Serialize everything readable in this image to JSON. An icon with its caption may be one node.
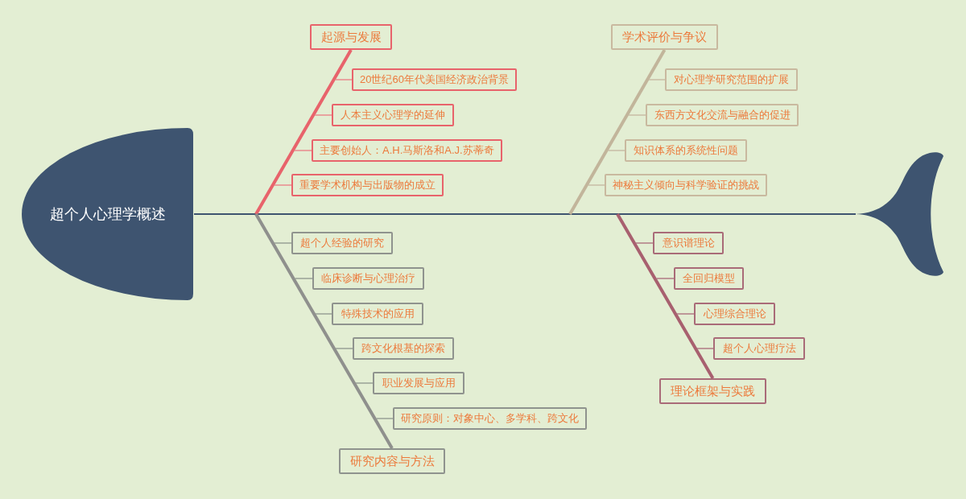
{
  "diagram": {
    "nodes": [
      {
        "text": [
          "超个人心理学概述"
        ]
      },
      {
        "text": [
          "起源与发展"
        ]
      },
      {
        "text": [
          "20世纪60年代美国经济政治背景"
        ]
      },
      {
        "text": [
          "人本主义心理学的延伸"
        ]
      },
      {
        "text": [
          "主要创始人：A.H.马斯洛和A.J.苏蒂奇"
        ]
      },
      {
        "text": [
          "重要学术机构与出版物的成立"
        ]
      },
      {
        "text": [
          "学术评价与争议"
        ]
      },
      {
        "text": [
          "对心理学研究范围的扩展"
        ]
      },
      {
        "text": [
          "东西方文化交流与融合的促进"
        ]
      },
      {
        "text": [
          "知识体系的系统性问题"
        ]
      },
      {
        "text": [
          "神秘主义倾向与科学验证的挑战"
        ]
      },
      {
        "text": [
          "研究内容与方法"
        ]
      },
      {
        "text": [
          "超个人经验的研究"
        ]
      },
      {
        "text": [
          "临床诊断与心理治疗"
        ]
      },
      {
        "text": [
          "特殊技术的应用"
        ]
      },
      {
        "text": [
          "跨文化根基的探索"
        ]
      },
      {
        "text": [
          "职业发展与应用"
        ]
      },
      {
        "text": [
          "研究原则：对象中心、多学科、跨文化"
        ]
      },
      {
        "text": [
          "理论框架与实践"
        ]
      },
      {
        "text": [
          "意识谱理论"
        ]
      },
      {
        "text": [
          "全回归模型"
        ]
      },
      {
        "text": [
          "心理综合理论"
        ]
      },
      {
        "text": [
          "超个人心理疗法"
        ]
      },
      {
        "text": [],
        "shape": "picture"
      }
    ],
    "edges": [
      {
        "from": 0,
        "to": 23,
        "arrow": "none",
        "color": "#3e5470"
      },
      {
        "from": null,
        "to": 1,
        "arrow": "none",
        "color": "#e8636b"
      },
      {
        "from": null,
        "to": 6,
        "arrow": "none",
        "color": "#c2b59b"
      },
      {
        "from": null,
        "to": 11,
        "arrow": "none",
        "color": "#8f908d"
      },
      {
        "from": null,
        "to": 18,
        "arrow": "none",
        "color": "#a8606f"
      },
      {
        "from": 1,
        "to": 2,
        "arrow": "none",
        "color": "#ea8a8e"
      },
      {
        "from": 1,
        "to": 3,
        "arrow": "none",
        "color": "#ea8a8e"
      },
      {
        "from": 1,
        "to": 4,
        "arrow": "none",
        "color": "#ea8a8e"
      },
      {
        "from": 1,
        "to": 5,
        "arrow": "none",
        "color": "#ea8a8e"
      },
      {
        "from": 6,
        "to": 7,
        "arrow": "none",
        "color": "#c9bda6"
      },
      {
        "from": 6,
        "to": 8,
        "arrow": "none",
        "color": "#c9bda6"
      },
      {
        "from": 6,
        "to": 9,
        "arrow": "none",
        "color": "#c9bda6"
      },
      {
        "from": 6,
        "to": 10,
        "arrow": "none",
        "color": "#c9bda6"
      },
      {
        "from": 11,
        "to": 12,
        "arrow": "none",
        "color": "#98a096"
      },
      {
        "from": 11,
        "to": 13,
        "arrow": "none",
        "color": "#98a096"
      },
      {
        "from": 11,
        "to": 14,
        "arrow": "none",
        "color": "#98a096"
      },
      {
        "from": 11,
        "to": 15,
        "arrow": "none",
        "color": "#98a096"
      },
      {
        "from": 11,
        "to": 16,
        "arrow": "none",
        "color": "#98a096"
      },
      {
        "from": 11,
        "to": 17,
        "arrow": "none",
        "color": "#98a096"
      },
      {
        "from": 18,
        "to": 19,
        "arrow": "none",
        "color": "#b07a85"
      },
      {
        "from": 18,
        "to": 20,
        "arrow": "none",
        "color": "#b07a85"
      },
      {
        "from": 18,
        "to": 21,
        "arrow": "none",
        "color": "#b07a85"
      },
      {
        "from": 18,
        "to": 22,
        "arrow": "none",
        "color": "#b07a85"
      }
    ]
  }
}
